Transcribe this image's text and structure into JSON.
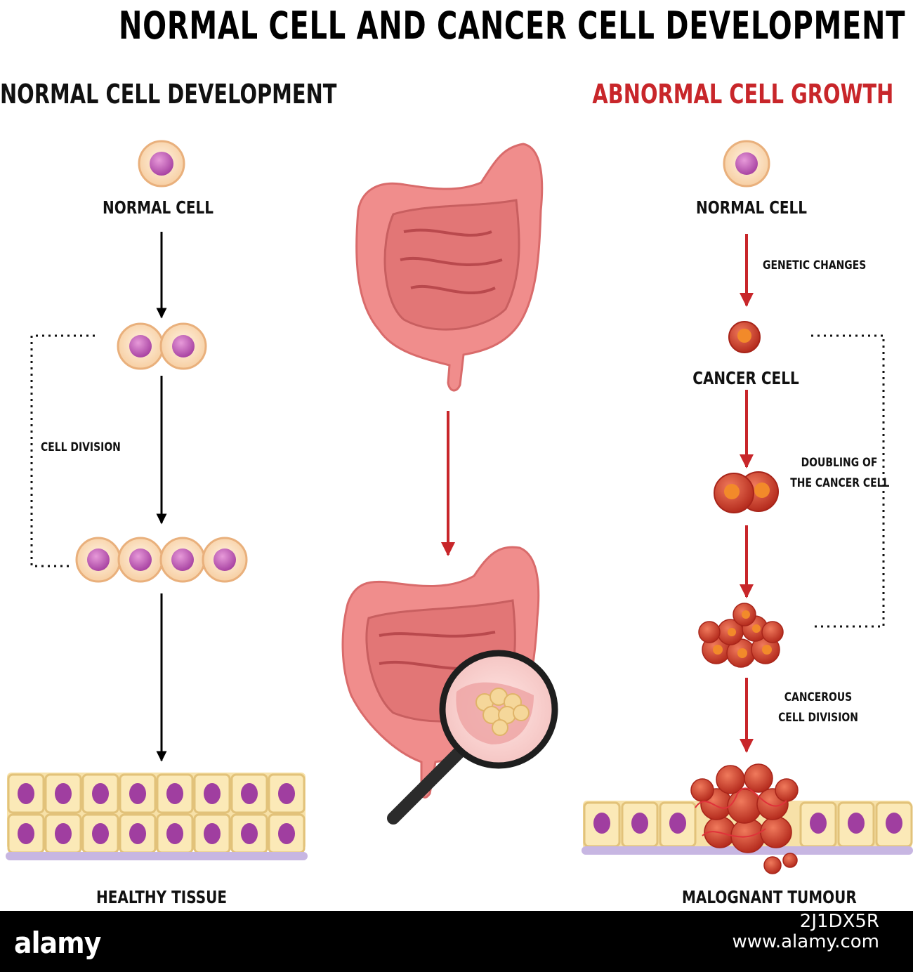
{
  "title": "NORMAL CELL AND CANCER CELL DEVELOPMENT",
  "left": {
    "header": "NORMAL CELL DEVELOPMENT",
    "normal_cell": "NORMAL CELL",
    "cell_division": "CELL DIVISION",
    "healthy_tissue": "HEALTHY TISSUE"
  },
  "right": {
    "header": "ABNORMAL CELL GROWTH",
    "normal_cell": "NORMAL CELL",
    "genetic_changes": "GENETIC CHANGES",
    "cancer_cell": "CANCER CELL",
    "doubling_line1": "DOUBLING OF",
    "doubling_line2": "THE CANCER CELL",
    "cancerous_line1": "CANCEROUS",
    "cancerous_line2": "CELL DIVISION",
    "malignant_tumour": "MALOGNANT TUMOUR"
  },
  "footer": {
    "logo": "alamy",
    "image_id": "2J1DX5R",
    "url": "www.alamy.com"
  },
  "colors": {
    "arrow_black": "#000000",
    "arrow_red": "#c8262a",
    "cell_fill": "#fde8cf",
    "cell_ring": "#f2b98a",
    "nucleus": "#c45fbb",
    "cancer_cell": "#d9432c",
    "cancer_nucleus": "#f28a2a",
    "intestine": "#f0898a",
    "header_red": "#c8262a"
  }
}
